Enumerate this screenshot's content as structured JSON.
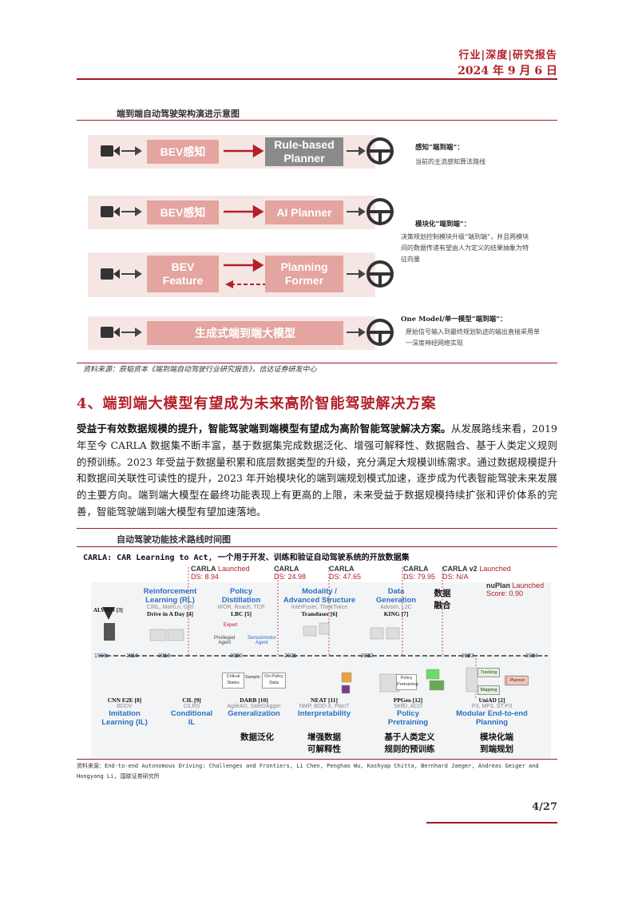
{
  "header": {
    "category": "行业|深度|研究报告",
    "date": "2024 年 9 月 6 日"
  },
  "figure1": {
    "title": "端到端自动驾驶架构演进示意图",
    "rows": [
      {
        "left_box": "BEV感知",
        "right_box": "Rule-based\nPlanner"
      },
      {
        "left_box": "BEV感知",
        "right_box": "AI Planner"
      },
      {
        "left_box": "BEV\nFeature",
        "right_box": "Planning\nFormer"
      },
      {
        "wide_box": "生成式端到端大模型"
      }
    ],
    "notes": [
      {
        "heading": "感知“端到端”：",
        "body": "当前的主流感知算法路线"
      },
      {
        "heading": "模块化“端到端”：",
        "body": "决策规划控制模块升级“端到端”，并且两模块间的数据传递有望由人为定义的结果抽象为特征向量"
      },
      {
        "heading": "One Model/单一模型“端到端”：",
        "body": "原始信号输入到最终规划轨迹的输出直接采用单一深度神经网络实现"
      }
    ],
    "source": "资料来源：辰韬资本《端到端自动驾驶行业研究报告》，信达证券研发中心"
  },
  "section": {
    "title": "4、端到端大模型有望成为未来高阶智能驾驶解决方案",
    "lead": "受益于有效数据规模的提升，智能驾驶端到端模型有望成为高阶智能驾驶解决方案。",
    "body": "从发展路线来看，2019 年至今 CARLA 数据集不断丰富，基于数据集完成数据泛化、增强可解释性、数据融合、基于人类定义规则的预训练。2023 年受益于数据量积累和底层数据类型的升级，充分满足大规模训练需求。通过数据规模提升和数据间关联性可读性的提升，2023 年开始模块化的端到端规划模式加速，逐步成为代表智能驾驶未来发展的主要方向。端到端大模型在最终功能表现上有更高的上限，未来受益于数据规模持续扩张和评价体系的完善，智能驾驶端到端大模型有望加速落地。"
  },
  "figure2": {
    "title": "自动驾驶功能技术路线时间图",
    "subtitle": "CARLA: CAR Learning to Act, 一个用于开发、训练和验证自动驾驶系统的开放数据集",
    "milestones": [
      {
        "name": "CARLA",
        "event": "Launched",
        "score": "DS: 8.94"
      },
      {
        "name": "CARLA",
        "event": "",
        "score": "DS: 24.98"
      },
      {
        "name": "CARLA",
        "event": "",
        "score": "DS: 47.65"
      },
      {
        "name": "CARLA",
        "event": "",
        "score": "DS: 79.95"
      },
      {
        "name": "CARLA v2",
        "event": "Launched",
        "score": "DS: N/A"
      },
      {
        "name": "nuPlan",
        "event": "Launched",
        "score": "Score: 0.90"
      }
    ],
    "top_eras": [
      {
        "title": "Reinforcement\nLearning (RL)",
        "sub": "CIRL, MaRLn, GRI",
        "cite": "Drive in A Day [4]"
      },
      {
        "title": "Policy\nDistillation",
        "sub": "WOR, Roach, TCP",
        "cite": "LBC [5]"
      },
      {
        "title": "Modality /\nAdvanced Structure",
        "sub": "InterFuser, ThinkTwice",
        "cite": "Transfuser [6]"
      },
      {
        "title": "Data\nGeneration",
        "sub": "Advsim, L2C",
        "cite": "KING [7]"
      }
    ],
    "alvinn": "ALVINN [3]",
    "data_fusion_cn": "数据\n融合",
    "bottom_eras": [
      {
        "cite": "CNN E2E [8]",
        "sub": "BDDV",
        "title": "Imitation\nLearning (IL)"
      },
      {
        "cite": "CIL [9]",
        "sub": "CILRS",
        "title": "Conditional\nIL"
      },
      {
        "cite": "DARB [10]",
        "sub": "AgileAD, SafeDAgger",
        "title": "Generalization"
      },
      {
        "cite": "NEAT [11]",
        "sub": "NMP, BDD-X, PlanT",
        "title": "Interpretability"
      },
      {
        "cite": "PPGeo [12]",
        "sub": "SelfD, ACO",
        "title": "Policy\nPretraining"
      },
      {
        "cite": "UniAD [2]",
        "sub": "P3, MP3, ST-P3",
        "title": "Modular End-to-end\nPlanning"
      }
    ],
    "years": [
      "1988",
      "2016",
      "2019",
      "2020",
      "2021",
      "2022",
      "2023",
      "2024"
    ],
    "cn_labels": [
      "数据泛化",
      "增强数据\n可解释性",
      "基于人类定义\n规则的预训练",
      "模块化端\n到端规划"
    ],
    "inline_labels": {
      "critical_states": "Critical\nStates",
      "sample": "Sample",
      "on_policy": "On-Policy\nData",
      "expert": "Expert",
      "privileged": "Privileged\nAgent",
      "sensorimotor": "Sensorimotor\nAgent",
      "policy_pretraining": "Policy\nPretraining",
      "tracking": "Tracking",
      "mapping": "Mapping",
      "planner": "Planner"
    },
    "source": "资料来源：End-to-end Autonomous Driving: Challenges and Frontiers, Li Chen, Penghao Wu, Kashyap Chitta, Bernhard Jaeger, Andreas Geiger and Hongyang Li, 国联证券研究所"
  },
  "page": {
    "number": "4/27"
  },
  "colors": {
    "brand_red": "#b3202a",
    "box_pink": "#e4a49f",
    "box_grey": "#8a8a8a",
    "era_blue": "#2b6fc0"
  }
}
